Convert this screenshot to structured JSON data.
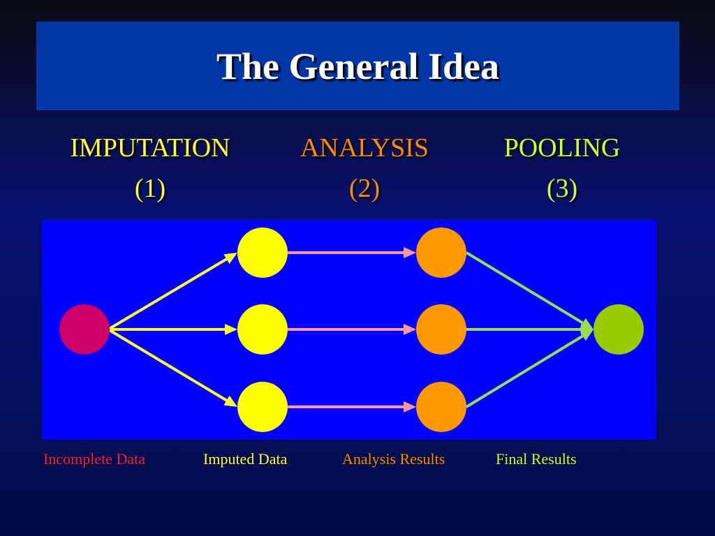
{
  "title": "The General Idea",
  "stages": [
    {
      "label": "IMPUTATION",
      "number": "(1)",
      "color": "#ffff33"
    },
    {
      "label": "ANALYSIS",
      "number": "(2)",
      "color": "#ff8a00"
    },
    {
      "label": "POOLING",
      "number": "(3)",
      "color": "#ccff33"
    }
  ],
  "legend": [
    {
      "label": "Incomplete Data",
      "color": "#ff1a4a"
    },
    {
      "label": "Imputed Data",
      "color": "#ffff33"
    },
    {
      "label": "Analysis Results",
      "color": "#ff8a00"
    },
    {
      "label": "Final Results",
      "color": "#ccff33"
    }
  ],
  "diagram": {
    "background": "#0000ff",
    "incomplete_node_color": "#cc0066",
    "imputed_node_color": "#ffff00",
    "analysis_node_color": "#ff9900",
    "final_node_color": "#99cc00",
    "imputation_arrow_color": "#ffff33",
    "analysis_arrow_color": "#ff9999",
    "pooling_arrow_color": "#99dd55",
    "imputed_dataset_count": 3
  }
}
